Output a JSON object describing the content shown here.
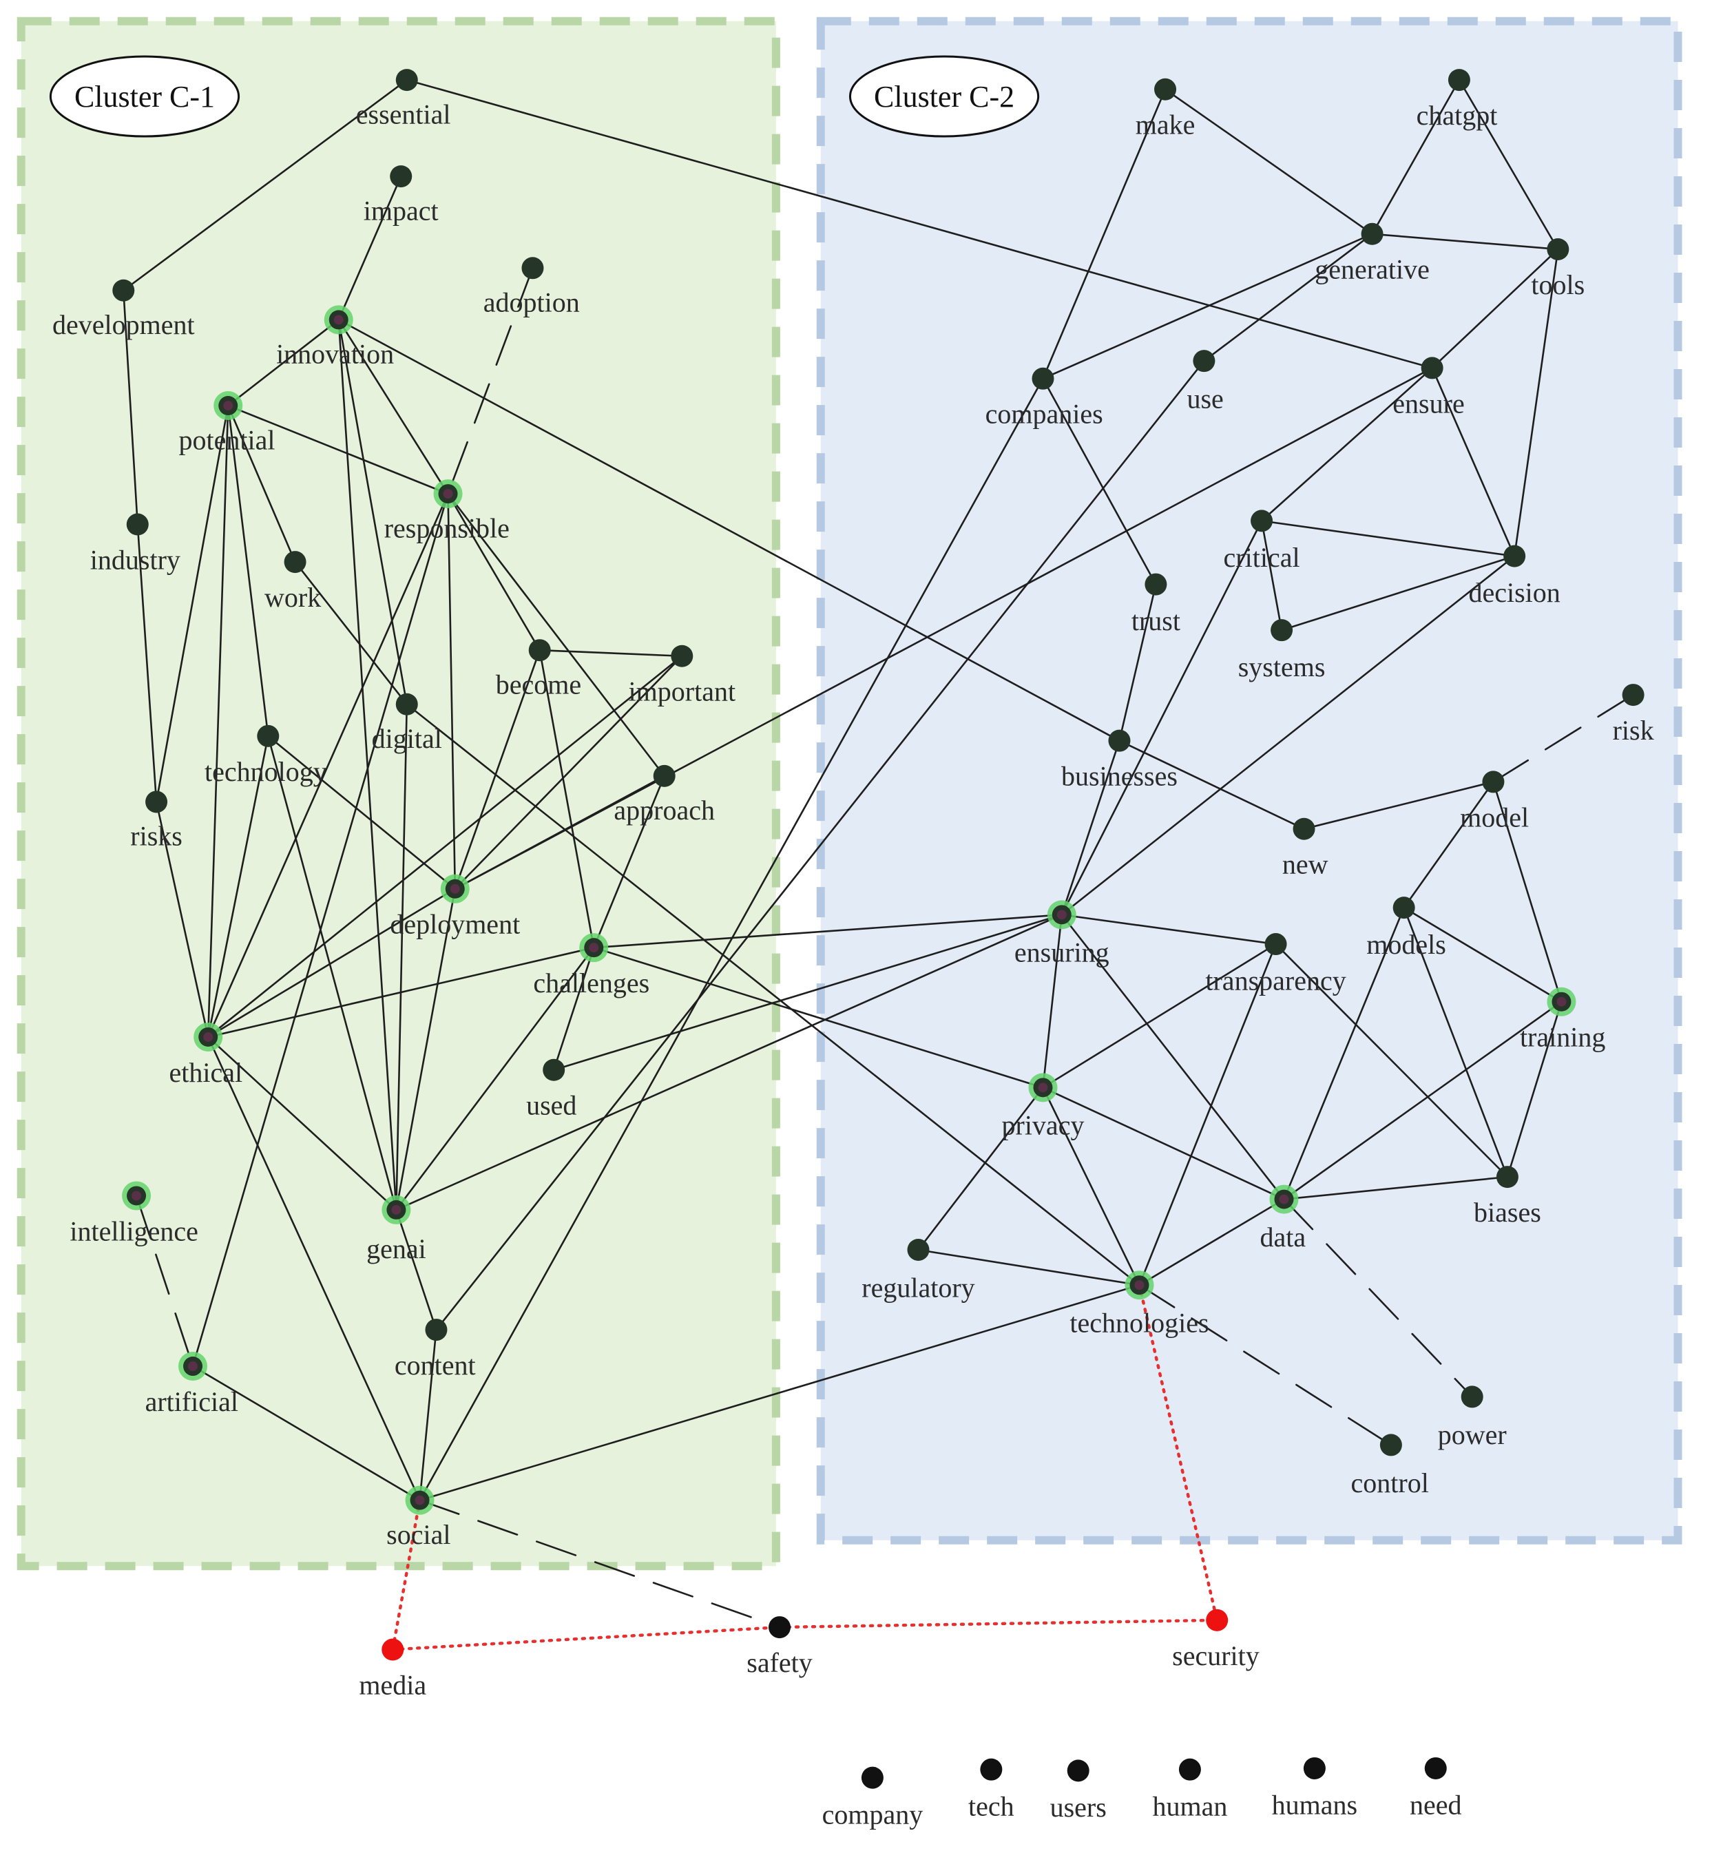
{
  "clusters": [
    {
      "id": "c1",
      "label": "Cluster C-1"
    },
    {
      "id": "c2",
      "label": "Cluster C-2"
    }
  ],
  "colors": {
    "cluster1_fill": "#e6f2dc",
    "cluster1_border": "#b9d6a6",
    "cluster2_fill": "#e3ebf6",
    "cluster2_border": "#b6c9e3",
    "node": "#253528",
    "hub_node": "#5a2f48",
    "hub_glow": "#63d36b",
    "edge": "#1e1e1e",
    "red_node": "#ee1111",
    "red_edge": "#e63030"
  },
  "nodes": [
    {
      "id": "essential",
      "label": "essential",
      "type": "normal"
    },
    {
      "id": "impact",
      "label": "impact",
      "type": "normal"
    },
    {
      "id": "development",
      "label": "development",
      "type": "normal"
    },
    {
      "id": "innovation",
      "label": "innovation",
      "type": "hub"
    },
    {
      "id": "adoption",
      "label": "adoption",
      "type": "normal"
    },
    {
      "id": "potential",
      "label": "potential",
      "type": "hub"
    },
    {
      "id": "responsible",
      "label": "responsible",
      "type": "hub"
    },
    {
      "id": "industry",
      "label": "industry",
      "type": "normal"
    },
    {
      "id": "work",
      "label": "work",
      "type": "normal"
    },
    {
      "id": "become",
      "label": "become",
      "type": "normal"
    },
    {
      "id": "important",
      "label": "important",
      "type": "normal"
    },
    {
      "id": "digital",
      "label": "digital",
      "type": "normal"
    },
    {
      "id": "technology",
      "label": "technology",
      "type": "normal"
    },
    {
      "id": "approach",
      "label": "approach",
      "type": "normal"
    },
    {
      "id": "risks",
      "label": "risks",
      "type": "normal"
    },
    {
      "id": "deployment",
      "label": "deployment",
      "type": "hub"
    },
    {
      "id": "challenges",
      "label": "challenges",
      "type": "hub"
    },
    {
      "id": "ethical",
      "label": "ethical",
      "type": "hub"
    },
    {
      "id": "used",
      "label": "used",
      "type": "normal"
    },
    {
      "id": "intelligence",
      "label": "intelligence",
      "type": "hub"
    },
    {
      "id": "genai",
      "label": "genai",
      "type": "hub"
    },
    {
      "id": "content",
      "label": "content",
      "type": "normal"
    },
    {
      "id": "artificial",
      "label": "artificial",
      "type": "hub"
    },
    {
      "id": "social",
      "label": "social",
      "type": "hub"
    },
    {
      "id": "make",
      "label": "make",
      "type": "normal"
    },
    {
      "id": "chatgpt",
      "label": "chatgpt",
      "type": "normal"
    },
    {
      "id": "generative",
      "label": "generative",
      "type": "normal"
    },
    {
      "id": "tools",
      "label": "tools",
      "type": "normal"
    },
    {
      "id": "companies",
      "label": "companies",
      "type": "normal"
    },
    {
      "id": "use",
      "label": "use",
      "type": "normal"
    },
    {
      "id": "ensure",
      "label": "ensure",
      "type": "normal"
    },
    {
      "id": "critical",
      "label": "critical",
      "type": "normal"
    },
    {
      "id": "decision",
      "label": "decision",
      "type": "normal"
    },
    {
      "id": "trust",
      "label": "trust",
      "type": "normal"
    },
    {
      "id": "systems",
      "label": "systems",
      "type": "normal"
    },
    {
      "id": "risk",
      "label": "risk",
      "type": "normal"
    },
    {
      "id": "businesses",
      "label": "businesses",
      "type": "normal"
    },
    {
      "id": "model",
      "label": "model",
      "type": "normal"
    },
    {
      "id": "new",
      "label": "new",
      "type": "normal"
    },
    {
      "id": "models",
      "label": "models",
      "type": "normal"
    },
    {
      "id": "ensuring",
      "label": "ensuring",
      "type": "hub"
    },
    {
      "id": "transparency",
      "label": "transparency",
      "type": "normal"
    },
    {
      "id": "training",
      "label": "training",
      "type": "hub"
    },
    {
      "id": "privacy",
      "label": "privacy",
      "type": "hub"
    },
    {
      "id": "biases",
      "label": "biases",
      "type": "normal"
    },
    {
      "id": "data",
      "label": "data",
      "type": "hub"
    },
    {
      "id": "regulatory",
      "label": "regulatory",
      "type": "normal"
    },
    {
      "id": "technologies",
      "label": "technologies",
      "type": "hub"
    },
    {
      "id": "power",
      "label": "power",
      "type": "normal"
    },
    {
      "id": "control",
      "label": "control",
      "type": "normal"
    },
    {
      "id": "media",
      "label": "media",
      "type": "red"
    },
    {
      "id": "safety",
      "label": "safety",
      "type": "black"
    },
    {
      "id": "security",
      "label": "security",
      "type": "red"
    }
  ],
  "edges": [
    {
      "s": "essential",
      "t": "development",
      "style": "solid"
    },
    {
      "s": "essential",
      "t": "ensure",
      "style": "solid"
    },
    {
      "s": "impact",
      "t": "innovation",
      "style": "solid"
    },
    {
      "s": "development",
      "t": "industry",
      "style": "solid"
    },
    {
      "s": "industry",
      "t": "risks",
      "style": "solid"
    },
    {
      "s": "innovation",
      "t": "potential",
      "style": "solid"
    },
    {
      "s": "innovation",
      "t": "responsible",
      "style": "solid"
    },
    {
      "s": "innovation",
      "t": "genai",
      "style": "solid"
    },
    {
      "s": "innovation",
      "t": "digital",
      "style": "solid"
    },
    {
      "s": "innovation",
      "t": "businesses",
      "style": "solid"
    },
    {
      "s": "adoption",
      "t": "responsible",
      "style": "dashed"
    },
    {
      "s": "potential",
      "t": "responsible",
      "style": "solid"
    },
    {
      "s": "potential",
      "t": "work",
      "style": "solid"
    },
    {
      "s": "potential",
      "t": "technology",
      "style": "solid"
    },
    {
      "s": "potential",
      "t": "risks",
      "style": "solid"
    },
    {
      "s": "potential",
      "t": "ethical",
      "style": "solid"
    },
    {
      "s": "responsible",
      "t": "deployment",
      "style": "solid"
    },
    {
      "s": "responsible",
      "t": "become",
      "style": "solid"
    },
    {
      "s": "responsible",
      "t": "approach",
      "style": "solid"
    },
    {
      "s": "responsible",
      "t": "ethical",
      "style": "solid"
    },
    {
      "s": "responsible",
      "t": "artificial",
      "style": "solid"
    },
    {
      "s": "work",
      "t": "digital",
      "style": "solid"
    },
    {
      "s": "become",
      "t": "important",
      "style": "solid"
    },
    {
      "s": "become",
      "t": "deployment",
      "style": "solid"
    },
    {
      "s": "become",
      "t": "challenges",
      "style": "solid"
    },
    {
      "s": "important",
      "t": "ethical",
      "style": "solid"
    },
    {
      "s": "important",
      "t": "deployment",
      "style": "solid"
    },
    {
      "s": "digital",
      "t": "genai",
      "style": "solid"
    },
    {
      "s": "digital",
      "t": "technologies",
      "style": "solid"
    },
    {
      "s": "technology",
      "t": "deployment",
      "style": "solid"
    },
    {
      "s": "technology",
      "t": "genai",
      "style": "solid"
    },
    {
      "s": "technology",
      "t": "ethical",
      "style": "solid"
    },
    {
      "s": "approach",
      "t": "deployment",
      "style": "solid"
    },
    {
      "s": "approach",
      "t": "challenges",
      "style": "solid"
    },
    {
      "s": "risks",
      "t": "ethical",
      "style": "solid"
    },
    {
      "s": "deployment",
      "t": "ethical",
      "style": "solid"
    },
    {
      "s": "deployment",
      "t": "genai",
      "style": "solid"
    },
    {
      "s": "deployment",
      "t": "ensure",
      "style": "solid"
    },
    {
      "s": "challenges",
      "t": "ethical",
      "style": "solid"
    },
    {
      "s": "challenges",
      "t": "genai",
      "style": "solid"
    },
    {
      "s": "challenges",
      "t": "used",
      "style": "solid"
    },
    {
      "s": "challenges",
      "t": "ensuring",
      "style": "solid"
    },
    {
      "s": "challenges",
      "t": "privacy",
      "style": "solid"
    },
    {
      "s": "ethical",
      "t": "genai",
      "style": "solid"
    },
    {
      "s": "ethical",
      "t": "social",
      "style": "solid"
    },
    {
      "s": "used",
      "t": "ensuring",
      "style": "solid"
    },
    {
      "s": "intelligence",
      "t": "artificial",
      "style": "dashed"
    },
    {
      "s": "artificial",
      "t": "social",
      "style": "solid"
    },
    {
      "s": "genai",
      "t": "content",
      "style": "solid"
    },
    {
      "s": "genai",
      "t": "ensuring",
      "style": "solid"
    },
    {
      "s": "content",
      "t": "social",
      "style": "solid"
    },
    {
      "s": "content",
      "t": "use",
      "style": "solid"
    },
    {
      "s": "social",
      "t": "companies",
      "style": "solid"
    },
    {
      "s": "social",
      "t": "technologies",
      "style": "solid"
    },
    {
      "s": "social",
      "t": "safety",
      "style": "dashed"
    },
    {
      "s": "make",
      "t": "generative",
      "style": "solid"
    },
    {
      "s": "make",
      "t": "companies",
      "style": "solid"
    },
    {
      "s": "chatgpt",
      "t": "generative",
      "style": "solid"
    },
    {
      "s": "chatgpt",
      "t": "tools",
      "style": "solid"
    },
    {
      "s": "generative",
      "t": "tools",
      "style": "solid"
    },
    {
      "s": "generative",
      "t": "companies",
      "style": "solid"
    },
    {
      "s": "generative",
      "t": "use",
      "style": "solid"
    },
    {
      "s": "tools",
      "t": "ensure",
      "style": "solid"
    },
    {
      "s": "tools",
      "t": "decision",
      "style": "solid"
    },
    {
      "s": "companies",
      "t": "trust",
      "style": "solid"
    },
    {
      "s": "ensure",
      "t": "critical",
      "style": "solid"
    },
    {
      "s": "ensure",
      "t": "decision",
      "style": "solid"
    },
    {
      "s": "critical",
      "t": "decision",
      "style": "solid"
    },
    {
      "s": "critical",
      "t": "systems",
      "style": "solid"
    },
    {
      "s": "critical",
      "t": "ensuring",
      "style": "solid"
    },
    {
      "s": "systems",
      "t": "decision",
      "style": "solid"
    },
    {
      "s": "decision",
      "t": "ensuring",
      "style": "solid"
    },
    {
      "s": "trust",
      "t": "businesses",
      "style": "solid"
    },
    {
      "s": "businesses",
      "t": "new",
      "style": "solid"
    },
    {
      "s": "businesses",
      "t": "ensuring",
      "style": "solid"
    },
    {
      "s": "new",
      "t": "model",
      "style": "solid"
    },
    {
      "s": "risk",
      "t": "model",
      "style": "dashed"
    },
    {
      "s": "model",
      "t": "models",
      "style": "solid"
    },
    {
      "s": "model",
      "t": "training",
      "style": "solid"
    },
    {
      "s": "models",
      "t": "training",
      "style": "solid"
    },
    {
      "s": "models",
      "t": "biases",
      "style": "solid"
    },
    {
      "s": "models",
      "t": "data",
      "style": "solid"
    },
    {
      "s": "training",
      "t": "data",
      "style": "solid"
    },
    {
      "s": "training",
      "t": "biases",
      "style": "solid"
    },
    {
      "s": "ensuring",
      "t": "transparency",
      "style": "solid"
    },
    {
      "s": "ensuring",
      "t": "privacy",
      "style": "solid"
    },
    {
      "s": "ensuring",
      "t": "data",
      "style": "solid"
    },
    {
      "s": "transparency",
      "t": "privacy",
      "style": "solid"
    },
    {
      "s": "transparency",
      "t": "technologies",
      "style": "solid"
    },
    {
      "s": "transparency",
      "t": "biases",
      "style": "solid"
    },
    {
      "s": "privacy",
      "t": "data",
      "style": "solid"
    },
    {
      "s": "privacy",
      "t": "regulatory",
      "style": "solid"
    },
    {
      "s": "privacy",
      "t": "technologies",
      "style": "solid"
    },
    {
      "s": "data",
      "t": "biases",
      "style": "solid"
    },
    {
      "s": "data",
      "t": "technologies",
      "style": "solid"
    },
    {
      "s": "data",
      "t": "power",
      "style": "dashed"
    },
    {
      "s": "regulatory",
      "t": "technologies",
      "style": "solid"
    },
    {
      "s": "technologies",
      "t": "control",
      "style": "dashed"
    },
    {
      "s": "social",
      "t": "media",
      "style": "red-dotted"
    },
    {
      "s": "media",
      "t": "safety",
      "style": "red-dotted"
    },
    {
      "s": "safety",
      "t": "security",
      "style": "red-dotted"
    },
    {
      "s": "technologies",
      "t": "security",
      "style": "red-dotted"
    }
  ],
  "legend": [
    {
      "label": "company"
    },
    {
      "label": "tech"
    },
    {
      "label": "users"
    },
    {
      "label": "human"
    },
    {
      "label": "humans"
    },
    {
      "label": "need"
    }
  ]
}
